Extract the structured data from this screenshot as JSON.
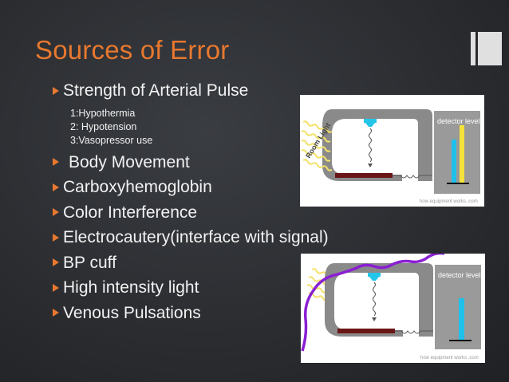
{
  "slide": {
    "title": "Sources of Error",
    "items": [
      {
        "label": "Strength of Arterial Pulse"
      },
      {
        "label": "Body Movement"
      },
      {
        "label": "Carboxyhemoglobin"
      },
      {
        "label": "Color Interference"
      },
      {
        "label": "Electrocautery(interface with signal)"
      },
      {
        "label": "BP cuff"
      },
      {
        "label": "High intensity light"
      },
      {
        "label": "Venous Pulsations"
      }
    ],
    "subitems": [
      "1:Hypothermia",
      "2: Hypotension",
      "3:Vasopressor use"
    ]
  },
  "diagram1": {
    "detector_label": "detector levels",
    "room_light_label": "Room Light",
    "watermark": "how equipment works .com"
  },
  "diagram2": {
    "detector_label": "detector levels",
    "watermark": "how equipment works .com"
  },
  "colors": {
    "accent": "#e8782f",
    "text": "#f2f2f2",
    "background": "#2b2d31"
  },
  "icons": {
    "bullet": "orange-triangle-bullet-icon",
    "corner": "corner-bars-icon"
  }
}
